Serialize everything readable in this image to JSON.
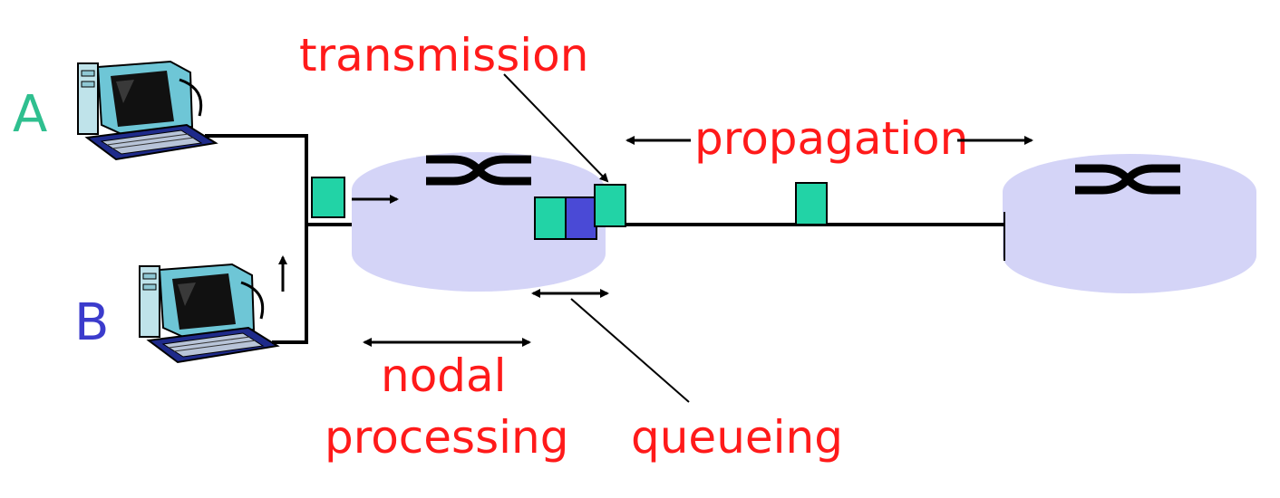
{
  "colors": {
    "label": "#ff1a1a",
    "host_a": "#2fbf8f",
    "host_b": "#3b3bcc",
    "router": "#d4d4f7",
    "packet": "#22d3a6",
    "packet_queued": "#4a4ad6",
    "line": "#000000"
  },
  "hosts": {
    "a": {
      "label": "A"
    },
    "b": {
      "label": "B"
    }
  },
  "labels": {
    "transmission": "transmission",
    "propagation": "propagation",
    "nodal": "nodal",
    "processing": "processing",
    "queueing": "queueing"
  },
  "icons": [
    "desktop-computer-icon",
    "router-switch-icon"
  ]
}
